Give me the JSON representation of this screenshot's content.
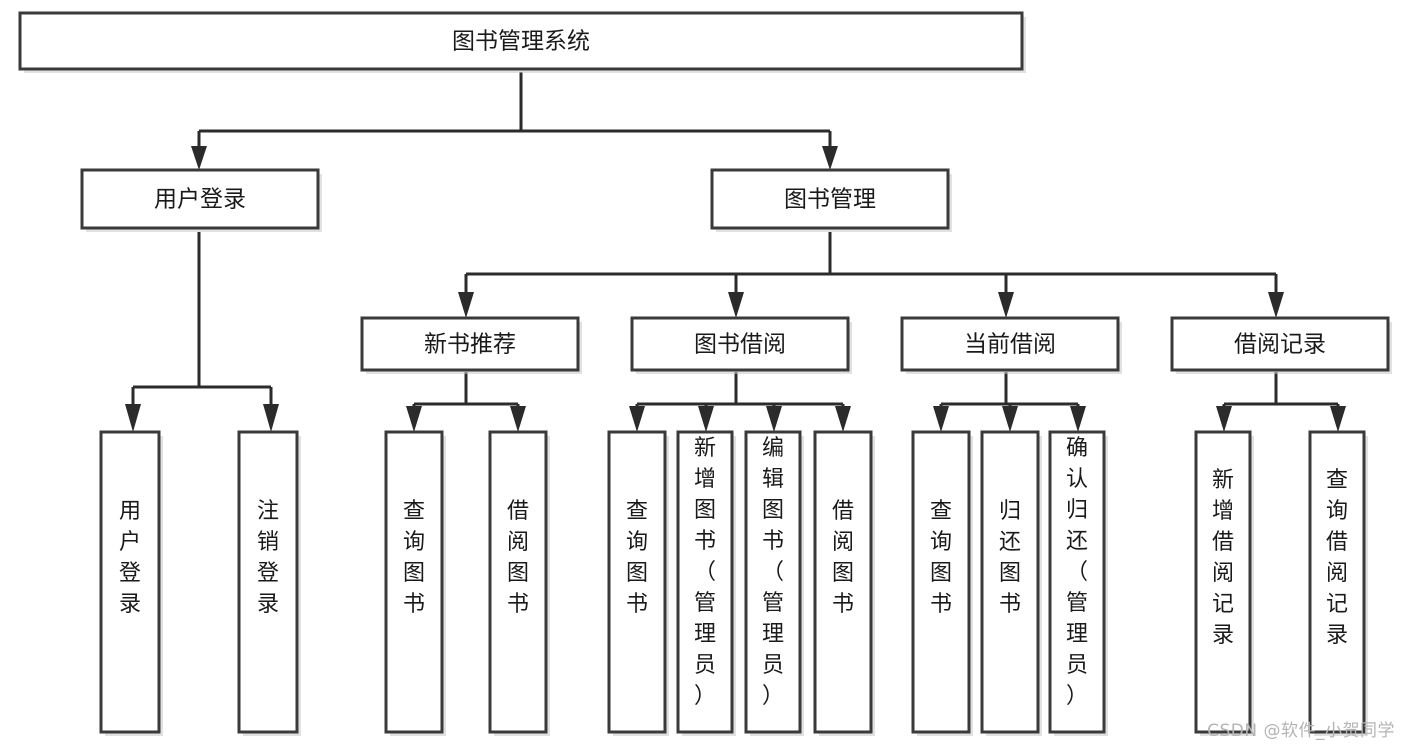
{
  "diagram": {
    "type": "tree",
    "title": "图书管理系统",
    "watermark": "CSDN @软件_小贺同学",
    "colors": {
      "box_fill": "#ffffff",
      "box_stroke": "#3a3a3a",
      "connector": "#2b2b2b",
      "text": "#1a1a1a",
      "watermark": "#b4b4b4",
      "background": "#ffffff"
    },
    "root": {
      "label": "图书管理系统"
    },
    "level2": [
      {
        "label": "用户登录"
      },
      {
        "label": "图书管理"
      }
    ],
    "level3": [
      {
        "label": "新书推荐"
      },
      {
        "label": "图书借阅"
      },
      {
        "label": "当前借阅"
      },
      {
        "label": "借阅记录"
      }
    ],
    "leaves": {
      "user_login": [
        {
          "label": "用户登录"
        },
        {
          "label": "注销登录"
        }
      ],
      "new_book": [
        {
          "label": "查询图书"
        },
        {
          "label": "借阅图书"
        }
      ],
      "book_borrow": [
        {
          "label": "查询图书"
        },
        {
          "label": "新增图书（管理员）"
        },
        {
          "label": "编辑图书（管理员）"
        },
        {
          "label": "借阅图书"
        }
      ],
      "current_borrow": [
        {
          "label": "查询图书"
        },
        {
          "label": "归还图书"
        },
        {
          "label": "确认归还（管理员）"
        }
      ],
      "borrow_record": [
        {
          "label": "新增借阅记录"
        },
        {
          "label": "查询借阅记录"
        }
      ]
    }
  }
}
